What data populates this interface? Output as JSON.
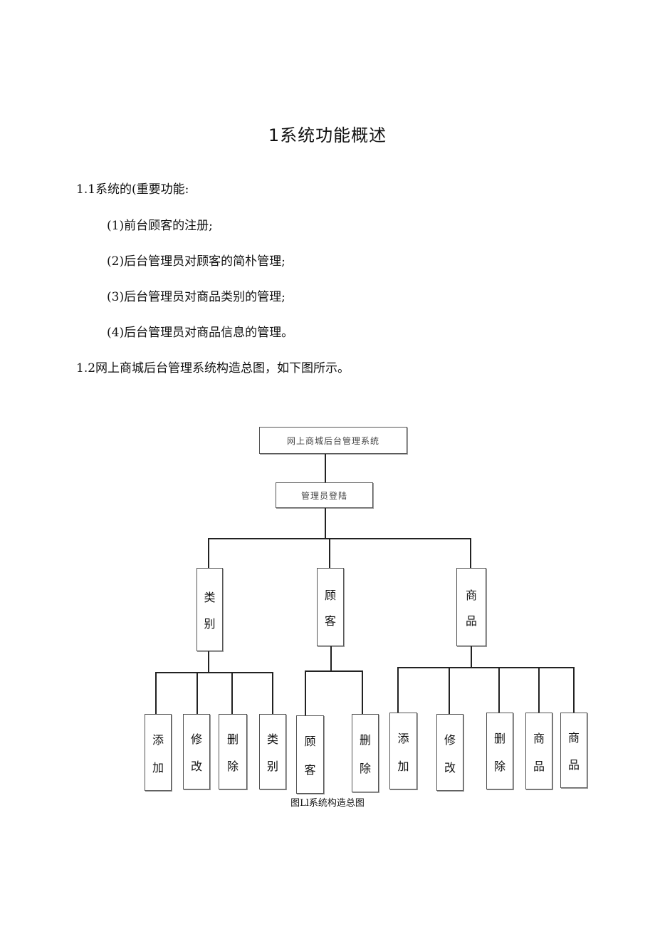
{
  "title": "1系统功能概述",
  "sections": {
    "s1_heading": "1.1系统的(重要功能:",
    "items": [
      "(1)前台顾客的注册;",
      "(2)后台管理员对顾客的简朴管理;",
      "(3)后台管理员对商品类别的管理;",
      "(4)后台管理员对商品信息的管理。"
    ],
    "s2_heading": "1.2网上商城后台管理系统构造总图，如下图所示。"
  },
  "diagram": {
    "root": "网上商城后台管理系统",
    "level1": "管理员登陆",
    "groups": [
      {
        "label": [
          "类",
          "别"
        ],
        "children": [
          [
            "添",
            "加"
          ],
          [
            "修",
            "改"
          ],
          [
            "删",
            "除"
          ],
          [
            "类",
            "别"
          ]
        ]
      },
      {
        "label": [
          "顾",
          "客"
        ],
        "children": [
          [
            "顾",
            "客"
          ],
          [
            "删",
            "除"
          ]
        ]
      },
      {
        "label": [
          "商",
          "品"
        ],
        "children": [
          [
            "添",
            "加"
          ],
          [
            "修",
            "改"
          ],
          [
            "删",
            "除"
          ],
          [
            "商",
            "品"
          ],
          [
            "商",
            "品"
          ]
        ]
      }
    ],
    "caption": "图Ll系统构造总图"
  }
}
